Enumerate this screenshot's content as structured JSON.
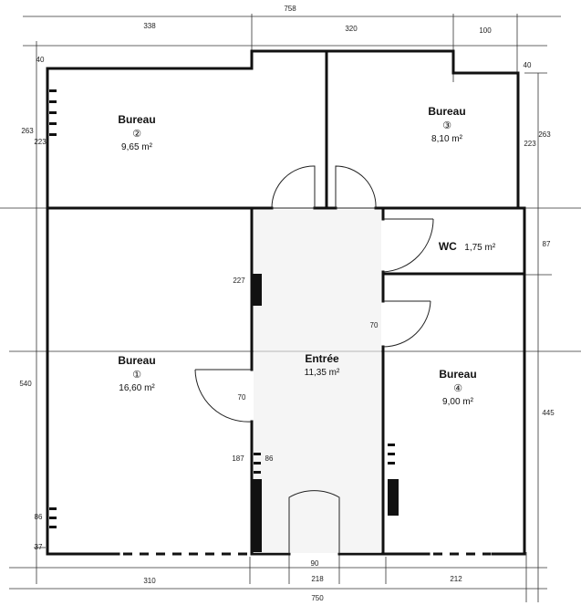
{
  "dimensions": {
    "top_total": "758",
    "top_left": "338",
    "top_mid": "320",
    "top_right": "100",
    "top_left_small": "40",
    "top_right_small": "40",
    "left_upper": "263",
    "left_upper_inner": "223",
    "right_upper": "263",
    "right_upper_inner": "223",
    "wc_right": "87",
    "left_total": "540",
    "right_lower": "445",
    "left_small": "86",
    "left_bottom_small": "37",
    "entree_wall_upper": "227",
    "entree_door_left": "70",
    "entree_door_right": "70",
    "entree_wall_lower": "187",
    "radiator_small": "86",
    "door_entry": "90",
    "bottom_left": "310",
    "bottom_mid": "218",
    "bottom_right": "212",
    "bottom_total": "750"
  },
  "rooms": {
    "bureau1": {
      "name": "Bureau",
      "num": "①",
      "area": "16,60 m²"
    },
    "bureau2": {
      "name": "Bureau",
      "num": "②",
      "area": "9,65 m²"
    },
    "bureau3": {
      "name": "Bureau",
      "num": "③",
      "area": "8,10 m²"
    },
    "bureau4": {
      "name": "Bureau",
      "num": "④",
      "area": "9,00 m²"
    },
    "entree": {
      "name": "Entrée",
      "area": "11,35 m²"
    },
    "wc": {
      "name": "WC",
      "area": "1,75 m²"
    }
  }
}
